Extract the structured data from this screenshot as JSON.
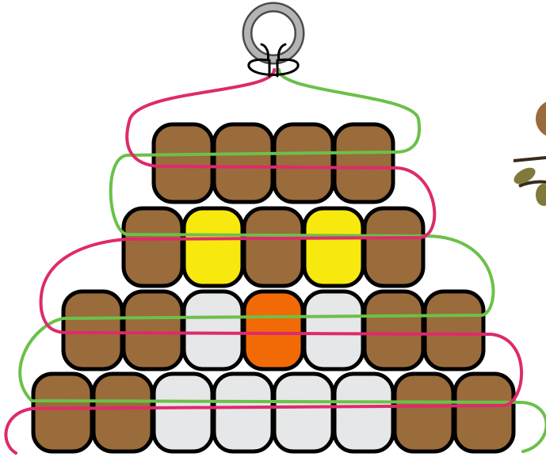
{
  "colors": {
    "background": "#ffffff",
    "outline": "#000000",
    "brown": "#9a6b3b",
    "yellow": "#f7e90e",
    "orange": "#f26a06",
    "light_gray": "#e6e7e9",
    "thread_pink": "#de2a6c",
    "thread_green": "#6cc04a",
    "ring_gray": "#9d9d9d",
    "corner_leaf": "#7f7a3a",
    "corner_bead": "#9a6b3b"
  },
  "pattern": {
    "rows": [
      [
        "brown",
        "brown",
        "brown",
        "brown"
      ],
      [
        "brown",
        "yellow",
        "brown",
        "yellow",
        "brown"
      ],
      [
        "brown",
        "brown",
        "light_gray",
        "orange",
        "light_gray",
        "brown",
        "brown"
      ],
      [
        "brown",
        "brown",
        "light_gray",
        "light_gray",
        "light_gray",
        "light_gray",
        "brown",
        "brown"
      ]
    ]
  },
  "icons": {
    "keyring": "keyring-icon",
    "corner_decoration": "leaf-branch-icon"
  }
}
